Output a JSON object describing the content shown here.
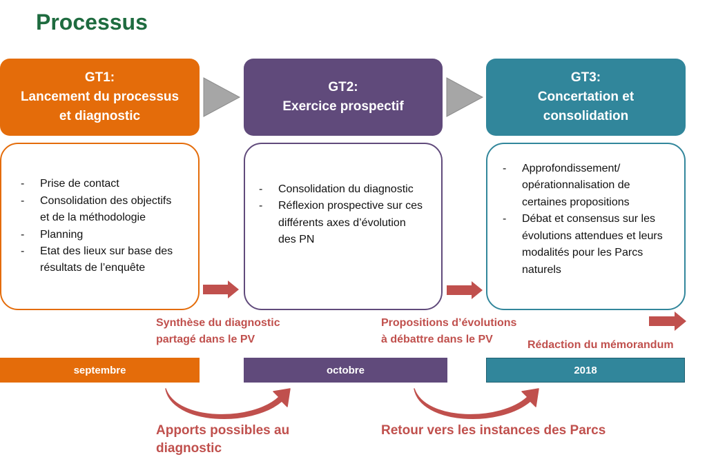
{
  "title": "Processus",
  "colors": {
    "orange": "#e46c0a",
    "purple": "#604a7b",
    "teal": "#31869b",
    "title_green": "#1e6b3f",
    "red_note": "#c0504d",
    "gray_chevron": "#a6a6a6"
  },
  "steps": [
    {
      "header_lines": [
        "GT1:",
        "Lancement du processus",
        "et diagnostic"
      ],
      "items": [
        "Prise de contact",
        "Consolidation des objectifs et de la méthodologie",
        "Planning",
        "Etat des lieux sur base des résultats de l’enquête"
      ],
      "timeline": "septembre"
    },
    {
      "header_lines": [
        "GT2:",
        "Exercice prospectif"
      ],
      "items": [
        "Consolidation du diagnostic",
        "Réflexion prospective sur ces différents axes d’évolution des PN"
      ],
      "timeline": "octobre"
    },
    {
      "header_lines": [
        "GT3:",
        "Concertation et",
        "consolidation"
      ],
      "items": [
        "Approfondissement/ opérationnalisation de certaines propositions",
        "Débat et consensus sur les évolutions  attendues et leurs modalités pour les Parcs naturels"
      ],
      "timeline": "2018"
    }
  ],
  "outputs": [
    [
      "Synthèse du diagnostic",
      "partagé dans le PV"
    ],
    [
      "Propositions d’évolutions",
      "à débattre  dans le PV"
    ],
    [
      "Rédaction du mémorandum"
    ]
  ],
  "feedback": [
    [
      "Apports possibles au",
      "diagnostic"
    ],
    [
      "Retour vers les instances des Parcs"
    ]
  ],
  "icons": {
    "chevron": "chevron-right-icon",
    "output_arrow": "arrow-right-icon",
    "feedback_arrow": "curved-arrow-icon"
  }
}
